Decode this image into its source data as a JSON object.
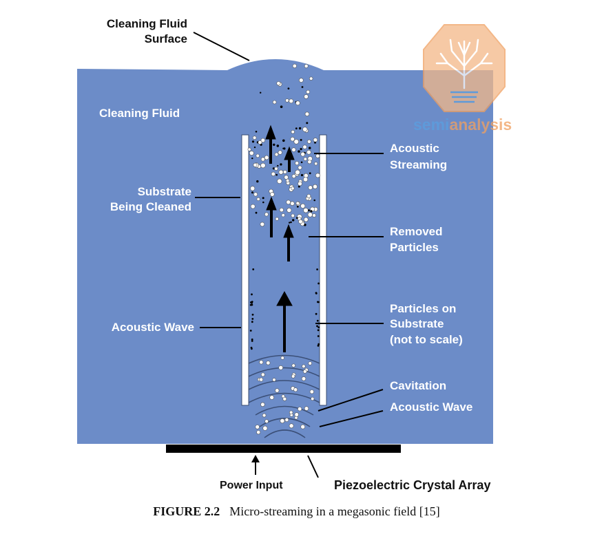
{
  "labels": {
    "surface_line1": "Cleaning Fluid",
    "surface_line2": "Surface",
    "cleaning_fluid": "Cleaning Fluid",
    "substrate_line1": "Substrate",
    "substrate_line2": "Being Cleaned",
    "acoustic_wave_left": "Acoustic Wave",
    "streaming_line1": "Acoustic",
    "streaming_line2": "Streaming",
    "removed_line1": "Removed",
    "removed_line2": "Particles",
    "particles_line1": "Particles on",
    "particles_line2": "Substrate",
    "particles_line3": "(not to scale)",
    "cavitation": "Cavitation",
    "acoustic_wave_right": "Acoustic Wave",
    "power_input": "Power Input",
    "piezo": "Piezoelectric Crystal Array"
  },
  "watermark": {
    "part1": "semi",
    "part2": "analysis"
  },
  "caption": {
    "figure": "FIGURE 2.2",
    "text": "Micro-streaming in a megasonic field [15]"
  },
  "colors": {
    "fluid": "#6c8cc8",
    "label_white": "#ffffff",
    "watermark_orange": "#f0a060",
    "watermark_blue": "#5a9fe0"
  }
}
